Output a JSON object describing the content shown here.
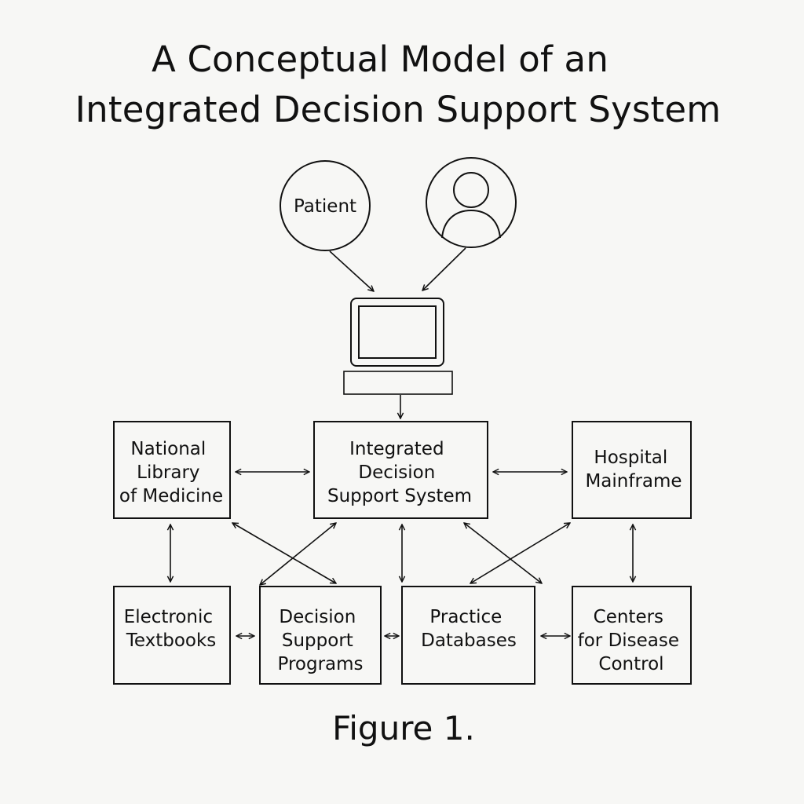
{
  "title": {
    "line1": "A Conceptual Model of an",
    "line2": "Integrated Decision Support System"
  },
  "nodes": {
    "patient": "Patient",
    "clinician": "person-icon",
    "computer": "computer-terminal-icon",
    "nlm": [
      "National",
      "Library",
      "of Medicine"
    ],
    "idss": [
      "Integrated",
      "Decision",
      "Support System"
    ],
    "hospital": [
      "Hospital",
      "Mainframe"
    ],
    "textbooks": [
      "Electronic",
      "Textbooks"
    ],
    "dsp": [
      "Decision",
      "Support",
      "Programs"
    ],
    "practice": [
      "Practice",
      "Databases"
    ],
    "cdc": [
      "Centers",
      "for Disease",
      "Control"
    ]
  },
  "caption": "Figure 1."
}
